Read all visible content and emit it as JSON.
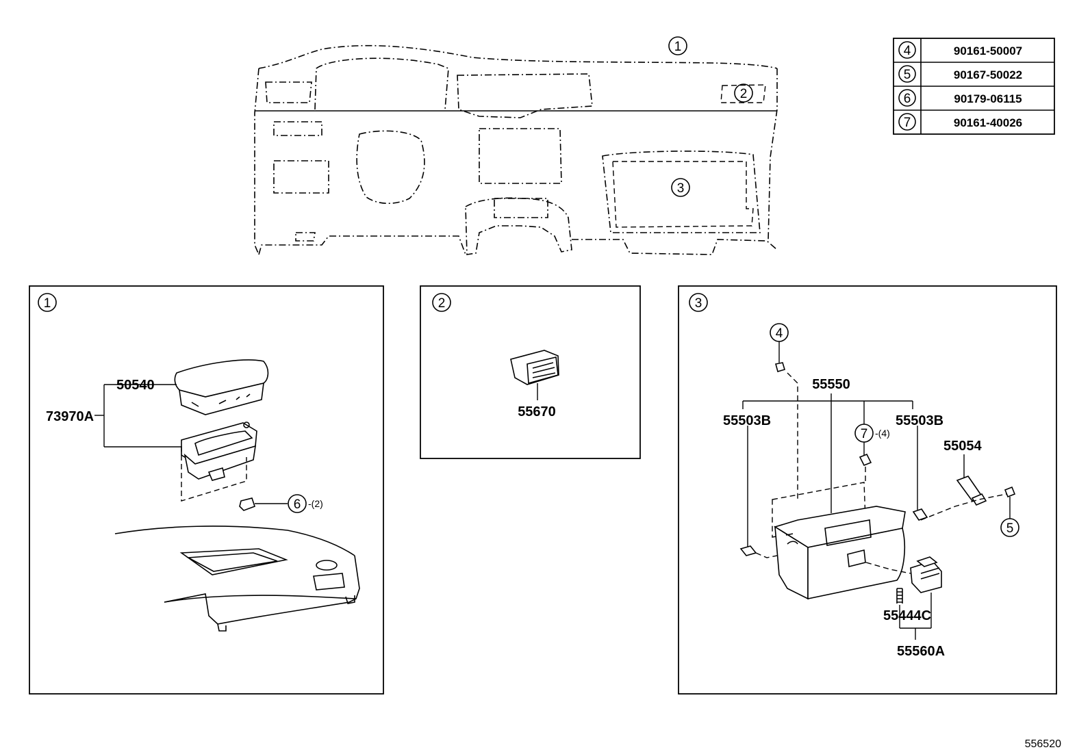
{
  "overview": {
    "callouts": [
      "1",
      "2",
      "3"
    ]
  },
  "parts_table": [
    {
      "ref": "4",
      "part_no": "90161-50007"
    },
    {
      "ref": "5",
      "part_no": "90167-50022"
    },
    {
      "ref": "6",
      "part_no": "90179-06115"
    },
    {
      "ref": "7",
      "part_no": "90161-40026"
    }
  ],
  "panel1": {
    "tag": "1",
    "labels": {
      "cover": "50540",
      "assembly": "73970A",
      "nut_ref": "6",
      "nut_qty": "-(2)"
    }
  },
  "panel2": {
    "tag": "2",
    "labels": {
      "vent": "55670"
    }
  },
  "panel3": {
    "tag": "3",
    "labels": {
      "box": "55550",
      "stop_left": "55503B",
      "stop_right": "55503B",
      "screw_ref": "7",
      "screw_qty": "-(4)",
      "damper": "55054",
      "bolt_top_ref": "4",
      "bolt_right_ref": "5",
      "spring": "55444C",
      "lock": "55560A"
    }
  },
  "diagram_id": "556520"
}
